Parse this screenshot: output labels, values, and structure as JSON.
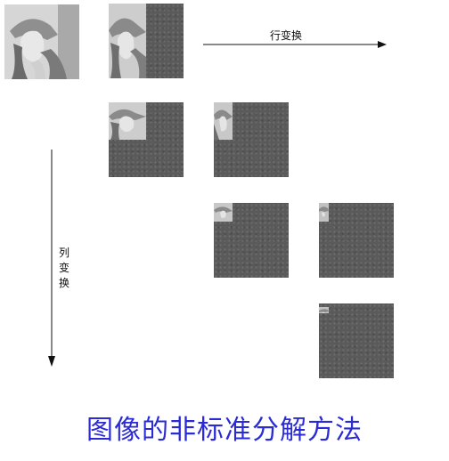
{
  "row_arrow": {
    "label": "行变换"
  },
  "col_arrow": {
    "label": "列变换"
  },
  "caption": {
    "text": "图像的非标准分解方法",
    "color": "#2b2bd6"
  },
  "colors": {
    "coef": "#5a5a5a",
    "image_light": "#d8d8d8",
    "image_dark": "#8a8a8a"
  }
}
